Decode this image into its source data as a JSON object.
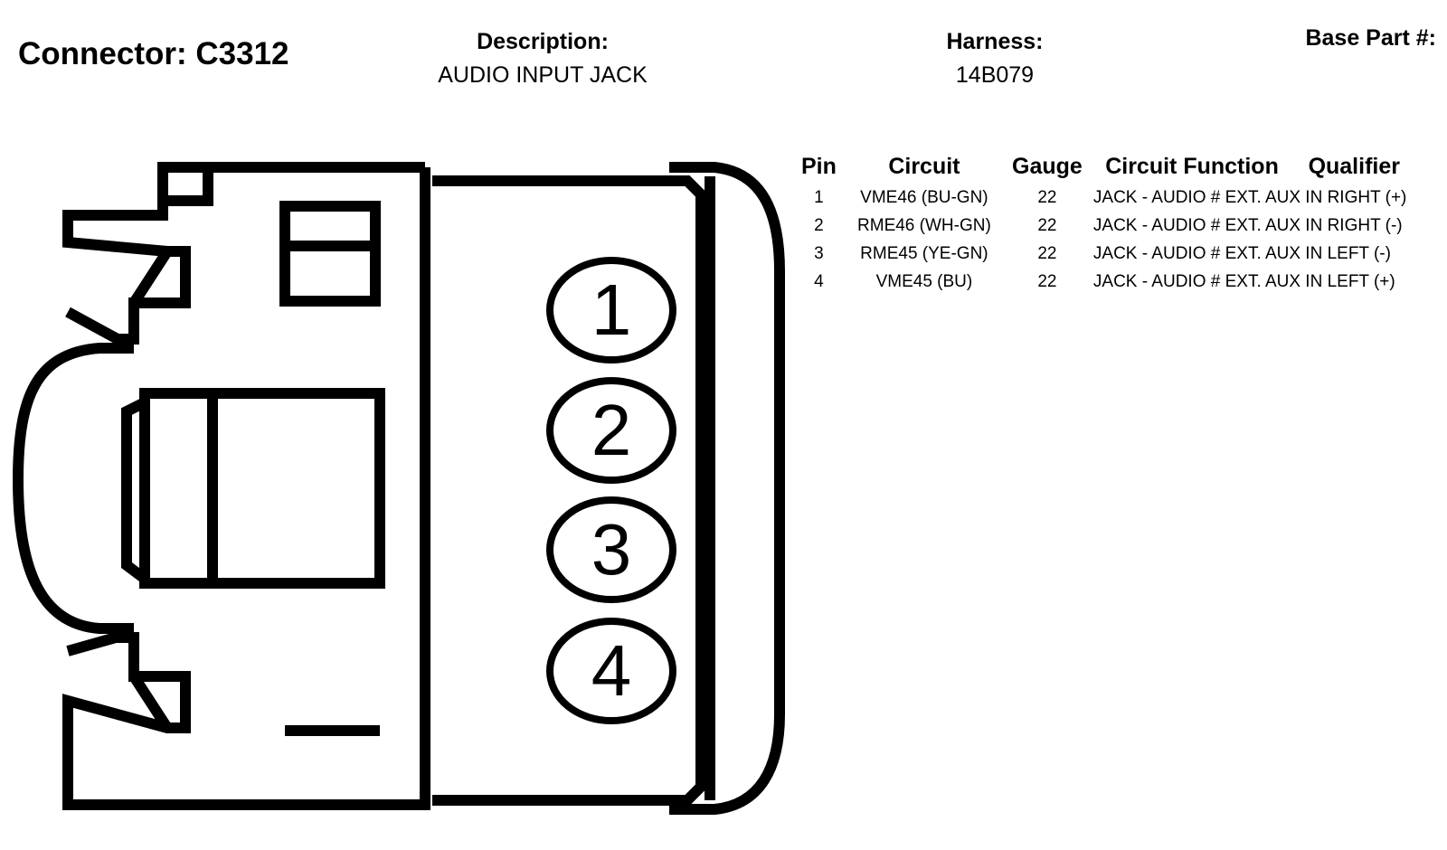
{
  "header": {
    "connector_label": "Connector: C3312",
    "description_label": "Description:",
    "description_value": "AUDIO INPUT JACK",
    "harness_label": "Harness:",
    "harness_value": "14B079",
    "base_part_label": "Base Part #:"
  },
  "table": {
    "columns": [
      "Pin",
      "Circuit",
      "Gauge",
      "Circuit Function",
      "Qualifier"
    ],
    "rows": [
      {
        "pin": "1",
        "circuit": "VME46 (BU-GN)",
        "gauge": "22",
        "function": "JACK - AUDIO # EXT. AUX IN RIGHT (+)"
      },
      {
        "pin": "2",
        "circuit": "RME46 (WH-GN)",
        "gauge": "22",
        "function": "JACK - AUDIO # EXT. AUX IN RIGHT (-)"
      },
      {
        "pin": "3",
        "circuit": "RME45 (YE-GN)",
        "gauge": "22",
        "function": "JACK - AUDIO # EXT. AUX IN LEFT (-)"
      },
      {
        "pin": "4",
        "circuit": "VME45 (BU)",
        "gauge": "22",
        "function": "JACK - AUDIO # EXT. AUX IN LEFT (+)"
      }
    ]
  },
  "diagram": {
    "pins": [
      "1",
      "2",
      "3",
      "4"
    ]
  }
}
